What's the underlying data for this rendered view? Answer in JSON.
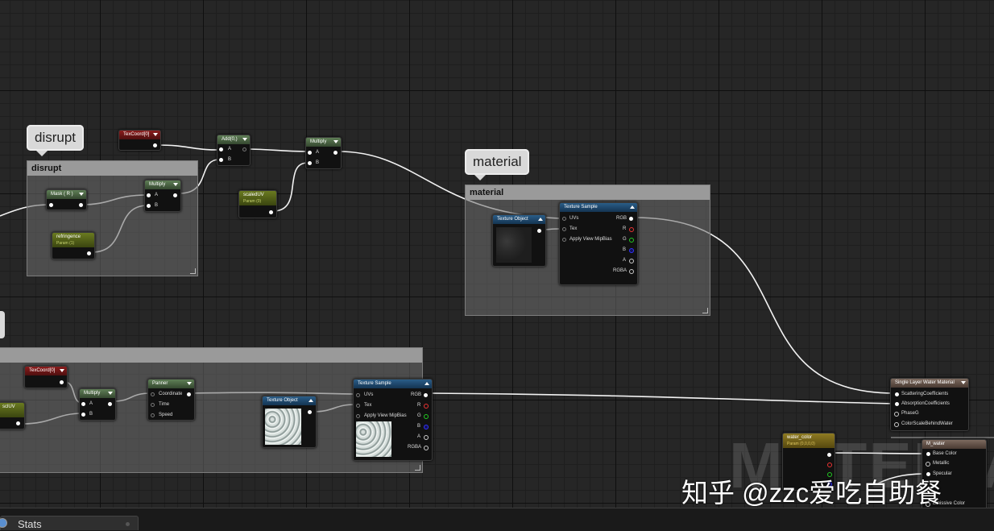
{
  "comments": {
    "disrupt": "disrupt",
    "material": "material"
  },
  "nodes": {
    "texcoord_top": "TexCoord[0]",
    "add": "Add(0,)",
    "add_a": "A",
    "add_b": "B",
    "multiply_top": "Multiply",
    "mul_a": "A",
    "mul_b": "B",
    "mask": "Mask ( R )",
    "multiply_disrupt": "Multiply",
    "refringence": "refringence",
    "refringence_param": "Param (1)",
    "scaled_uv": "scaledUV",
    "scaled_uv_param": "Param (0)",
    "texture_object_top": "Texture Object",
    "texture_sample_top": "Texture Sample",
    "texcoord_bottom": "TexCoord[0]",
    "multiply_bottom": "Multiply",
    "panner": "Panner",
    "panner_coordinate": "Coordinate",
    "panner_time": "Time",
    "panner_speed": "Speed",
    "texture_object_bottom": "Texture Object",
    "texture_sample_bottom": "Texture Sample",
    "left_param": "sclUV",
    "sample_pins": {
      "uvs": "UVs",
      "tex": "Tex",
      "mip": "Apply View MipBias",
      "rgb": "RGB",
      "r": "R",
      "g": "G",
      "b": "B",
      "a": "A",
      "rgba": "RGBA"
    },
    "water_material": "Single Layer Water Material",
    "water_pins": {
      "scattering": "ScatteringCoefficients",
      "absorption": "AbsorptionCoefficients",
      "phase": "PhaseG",
      "colorscale": "ColorScaleBehindWater"
    },
    "water_color": "water_color",
    "water_color_param": "Param (0,0,0,0)",
    "m_water": "M_water",
    "m_water_pins": {
      "base_color": "Base Color",
      "metallic": "Metallic",
      "specular": "Specular",
      "emissive": "Emissive Color"
    }
  },
  "watermark_bg": "MATERIAL",
  "watermark": "知乎 @zzc爱吃自助餐",
  "stats_tab": "Stats"
}
